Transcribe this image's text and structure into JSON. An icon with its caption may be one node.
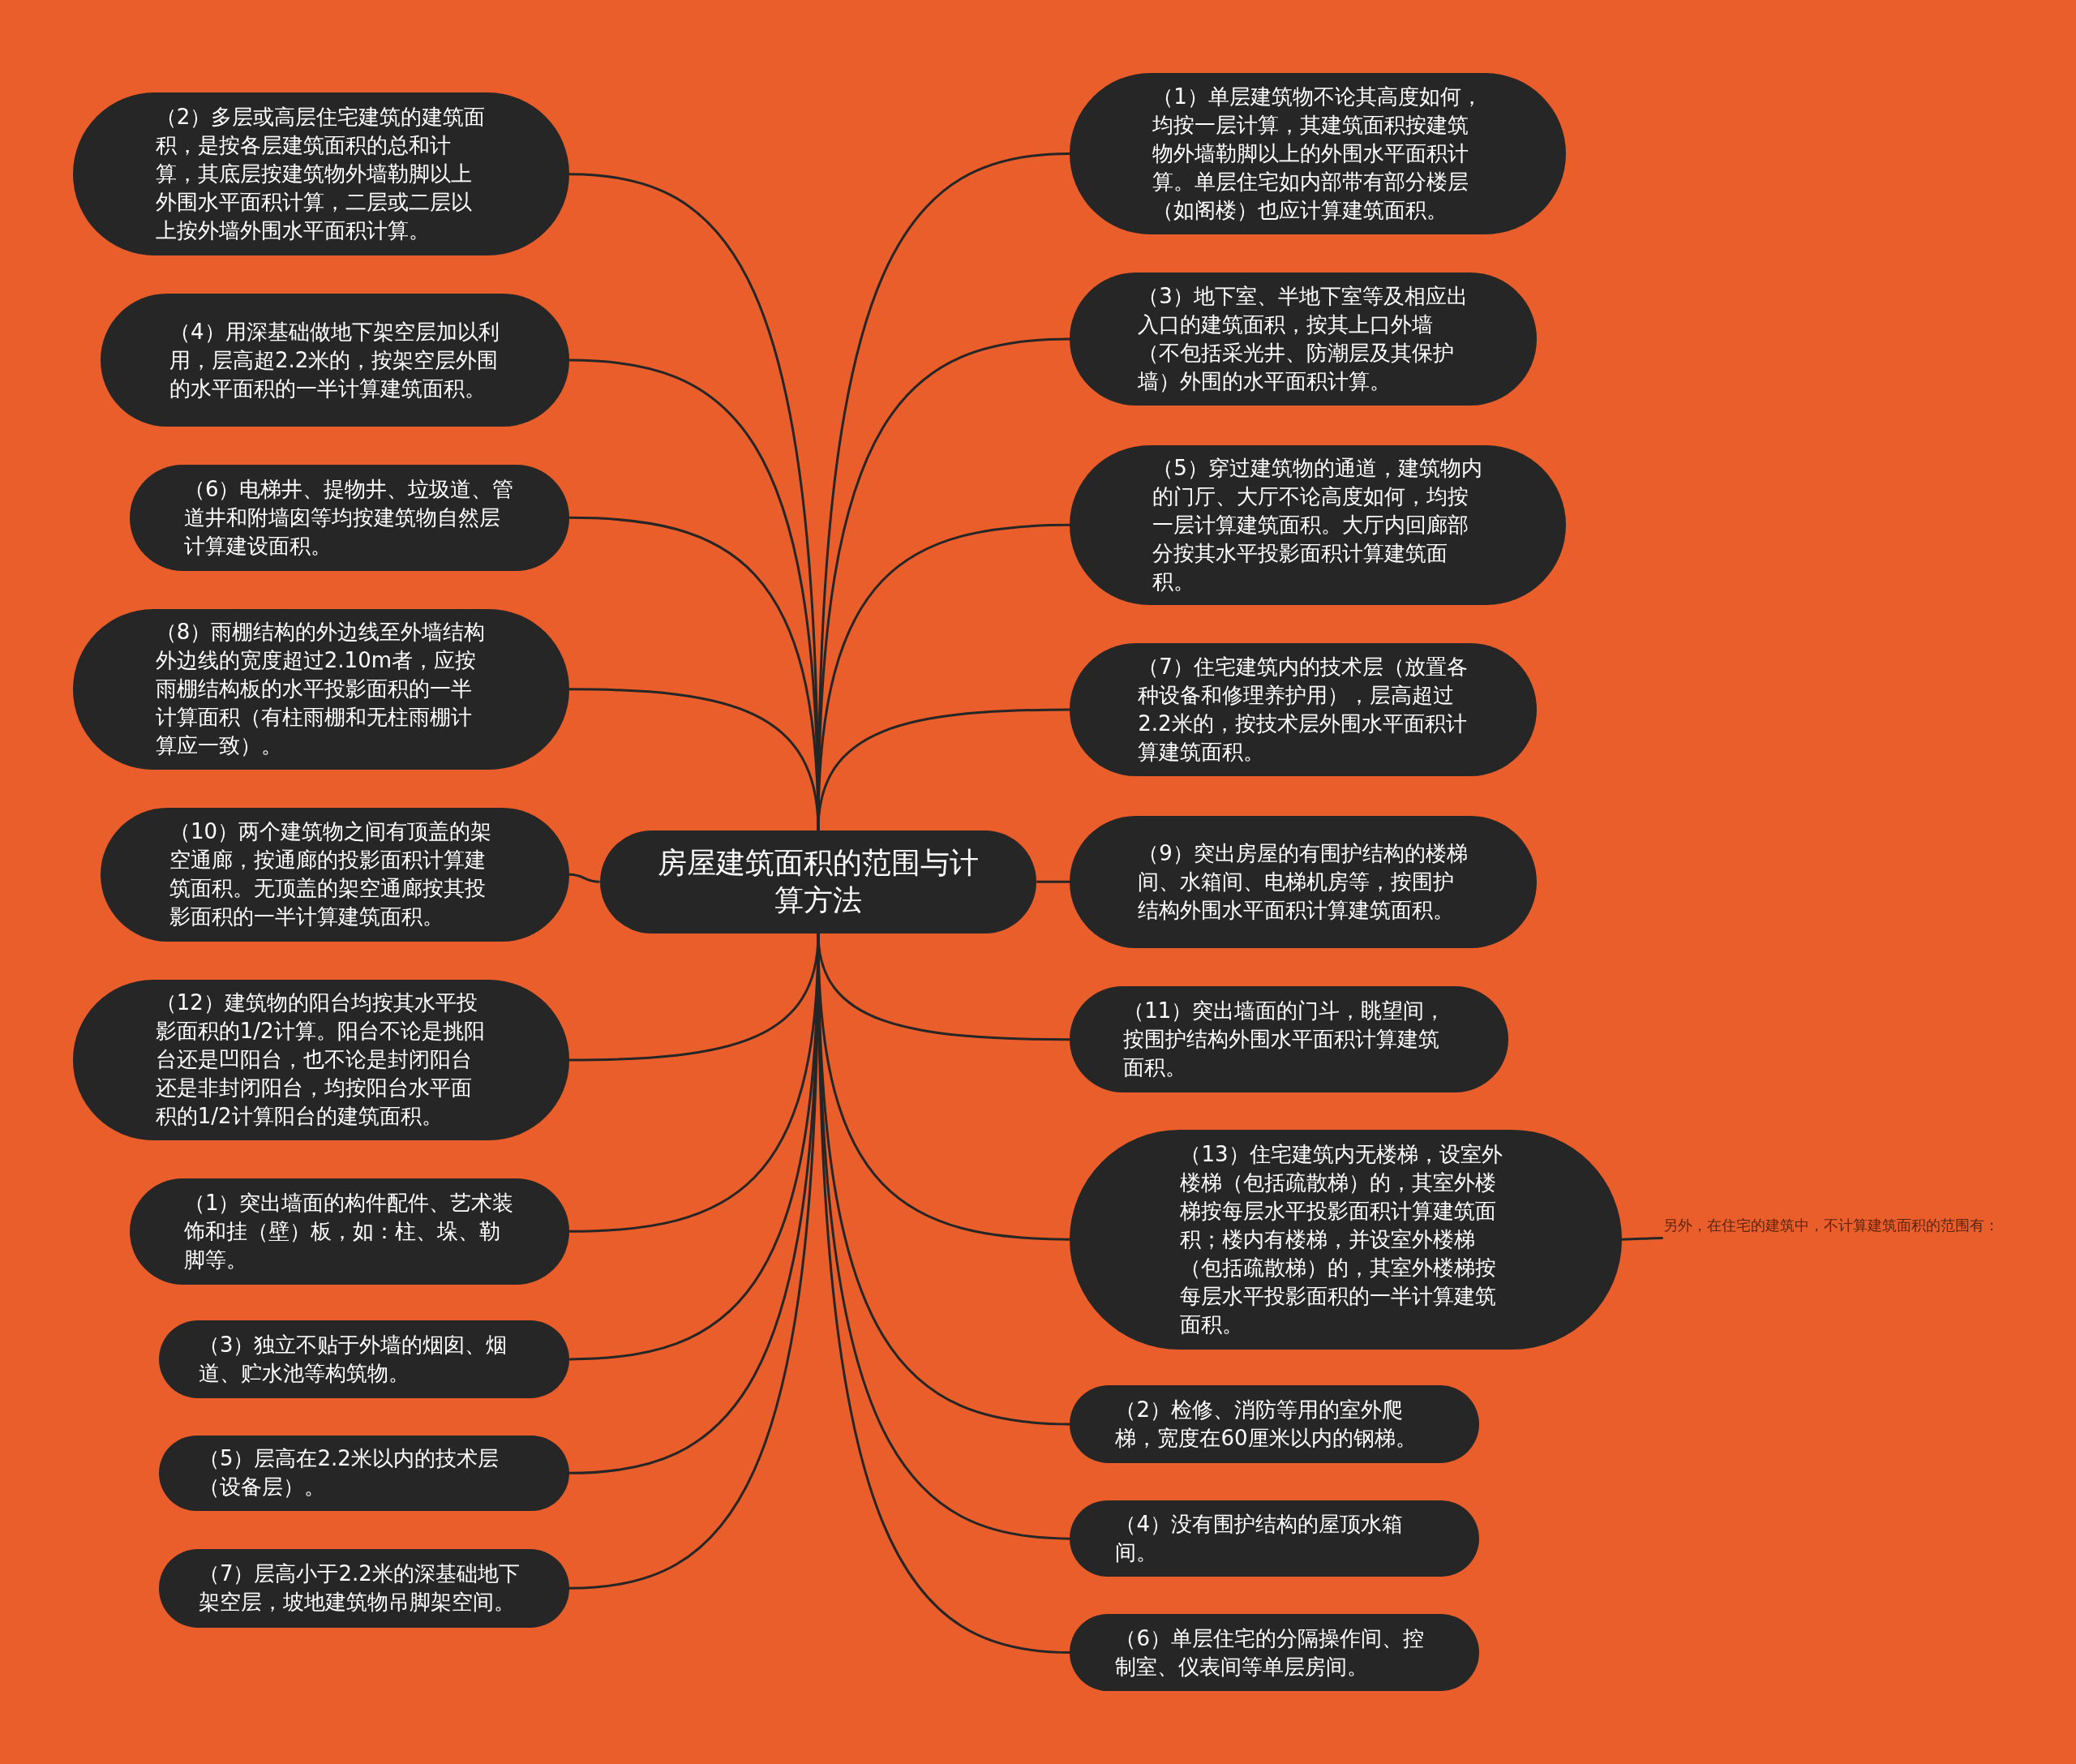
{
  "diagram": {
    "nodes": [
      {
        "text": [
          "房屋建筑面积的范围与计算方法"
        ]
      },
      {
        "text": [
          "（2）多层或高层住宅建筑的建筑面积，是按各层建筑面积的总和计算，其底层按建筑物外墙勒脚以上外围水平面积计算，二层或二层以上按外墙外围水平面积计算。"
        ]
      },
      {
        "text": [
          "（4）用深基础做地下架空层加以利用，层高超2.2米的，按架空层外围的水平面积的一半计算建筑面积。"
        ]
      },
      {
        "text": [
          "（6）电梯井、提物井、垃圾道、管道井和附墙囱等均按建筑物自然层计算建设面积。"
        ]
      },
      {
        "text": [
          "（8）雨棚结构的外边线至外墙结构外边线的宽度超过2.10m者，应按雨棚结构板的水平投影面积的一半计算面积（有柱雨棚和无柱雨棚计算应一致）。"
        ]
      },
      {
        "text": [
          "（10）两个建筑物之间有顶盖的架空通廊，按通廊的投影面积计算建筑面积。无顶盖的架空通廊按其投影面积的一半计算建筑面积。"
        ]
      },
      {
        "text": [
          "（12）建筑物的阳台均按其水平投影面积的1/2计算。阳台不论是挑阳台还是凹阳台，也不论是封闭阳台还是非封闭阳台，均按阳台水平面积的1/2计算阳台的建筑面积。"
        ]
      },
      {
        "text": [
          "（1）突出墙面的构件配件、艺术装饰和挂（壁）板，如：柱、垛、勒脚等。"
        ]
      },
      {
        "text": [
          "（3）独立不贴于外墙的烟囱、烟道、贮水池等构筑物。"
        ]
      },
      {
        "text": [
          "（5）层高在2.2米以内的技术层（设备层）。"
        ]
      },
      {
        "text": [
          "（7）层高小于2.2米的深基础地下架空层，坡地建筑物吊脚架空间。"
        ]
      },
      {
        "text": [
          "（1）单层建筑物不论其高度如何，均按一层计算，其建筑面积按建筑物外墙勒脚以上的外围水平面积计算。单层住宅如内部带有部分楼层（如阁楼）也应计算建筑面积。"
        ]
      },
      {
        "text": [
          "（3）地下室、半地下室等及相应出入口的建筑面积，按其上口外墙（不包括采光井、防潮层及其保护墙）外围的水平面积计算。"
        ]
      },
      {
        "text": [
          "（5）穿过建筑物的通道，建筑物内的门厅、大厅不论高度如何，均按一层计算建筑面积。大厅内回廊部分按其水平投影面积计算建筑面积。"
        ]
      },
      {
        "text": [
          "（7）住宅建筑内的技术层（放置各种设备和修理养护用），层高超过2.2米的，按技术层外围水平面积计算建筑面积。"
        ]
      },
      {
        "text": [
          "（9）突出房屋的有围护结构的楼梯间、水箱间、电梯机房等，按围护结构外围水平面积计算建筑面积。"
        ]
      },
      {
        "text": [
          "（11）突出墙面的门斗，眺望间，按围护结构外围水平面积计算建筑面积。"
        ]
      },
      {
        "text": [
          "（13）住宅建筑内无楼梯，设室外楼梯（包括疏散梯）的，其室外楼梯按每层水平投影面积计算建筑面积；楼内有楼梯，并设室外楼梯（包括疏散梯）的，其室外楼梯按每层水平投影面积的一半计算建筑面积。"
        ]
      },
      {
        "text": [
          "（2）检修、消防等用的室外爬梯，宽度在60厘米以内的钢梯。"
        ]
      },
      {
        "text": [
          "（4）没有围护结构的屋顶水箱间。"
        ]
      },
      {
        "text": [
          "（6）单层住宅的分隔操作间、控制室、仪表间等单层房间。"
        ]
      },
      {
        "text": [
          "另外，在住宅的建筑中，不计算建筑面积的范围有："
        ]
      }
    ],
    "edges": [
      {
        "from": 0,
        "to": 1,
        "arrow": "none"
      },
      {
        "from": 0,
        "to": 2,
        "arrow": "none"
      },
      {
        "from": 0,
        "to": 3,
        "arrow": "none"
      },
      {
        "from": 0,
        "to": 4,
        "arrow": "none"
      },
      {
        "from": 0,
        "to": 5,
        "arrow": "none"
      },
      {
        "from": 0,
        "to": 6,
        "arrow": "none"
      },
      {
        "from": 0,
        "to": 7,
        "arrow": "none"
      },
      {
        "from": 0,
        "to": 8,
        "arrow": "none"
      },
      {
        "from": 0,
        "to": 9,
        "arrow": "none"
      },
      {
        "from": 0,
        "to": 10,
        "arrow": "none"
      },
      {
        "from": 0,
        "to": 11,
        "arrow": "none"
      },
      {
        "from": 0,
        "to": 12,
        "arrow": "none"
      },
      {
        "from": 0,
        "to": 13,
        "arrow": "none"
      },
      {
        "from": 0,
        "to": 14,
        "arrow": "none"
      },
      {
        "from": 0,
        "to": 15,
        "arrow": "none"
      },
      {
        "from": 0,
        "to": 16,
        "arrow": "none"
      },
      {
        "from": 0,
        "to": 17,
        "arrow": "none"
      },
      {
        "from": 0,
        "to": 18,
        "arrow": "none"
      },
      {
        "from": 0,
        "to": 19,
        "arrow": "none"
      },
      {
        "from": 0,
        "to": 20,
        "arrow": "none"
      },
      {
        "from": 17,
        "to": 21,
        "arrow": "none"
      }
    ]
  }
}
